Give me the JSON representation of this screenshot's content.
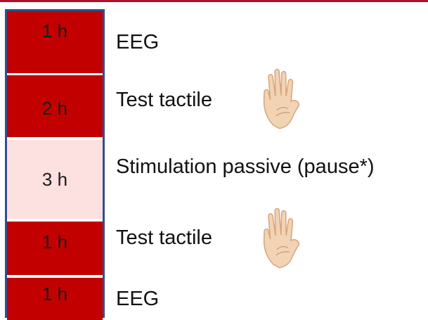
{
  "steps": [
    {
      "duration": "1 h",
      "label": "EEG",
      "color": "#c20000"
    },
    {
      "duration": "2 h",
      "label": "Test tactile",
      "icon": "hand-icon",
      "color": "#c20000"
    },
    {
      "duration": "3 h",
      "label": "Stimulation passive (pause*)",
      "color": "#fde0e0"
    },
    {
      "duration": "1 h",
      "label": "Test tactile",
      "icon": "hand-icon",
      "color": "#c20000"
    },
    {
      "duration": "1 h",
      "label": "EEG",
      "color": "#c20000"
    }
  ],
  "colors": {
    "active_block": "#c20000",
    "rest_block": "#fde0e0",
    "timeline_border": "#2f4f8f",
    "top_rule": "#b0102a"
  }
}
